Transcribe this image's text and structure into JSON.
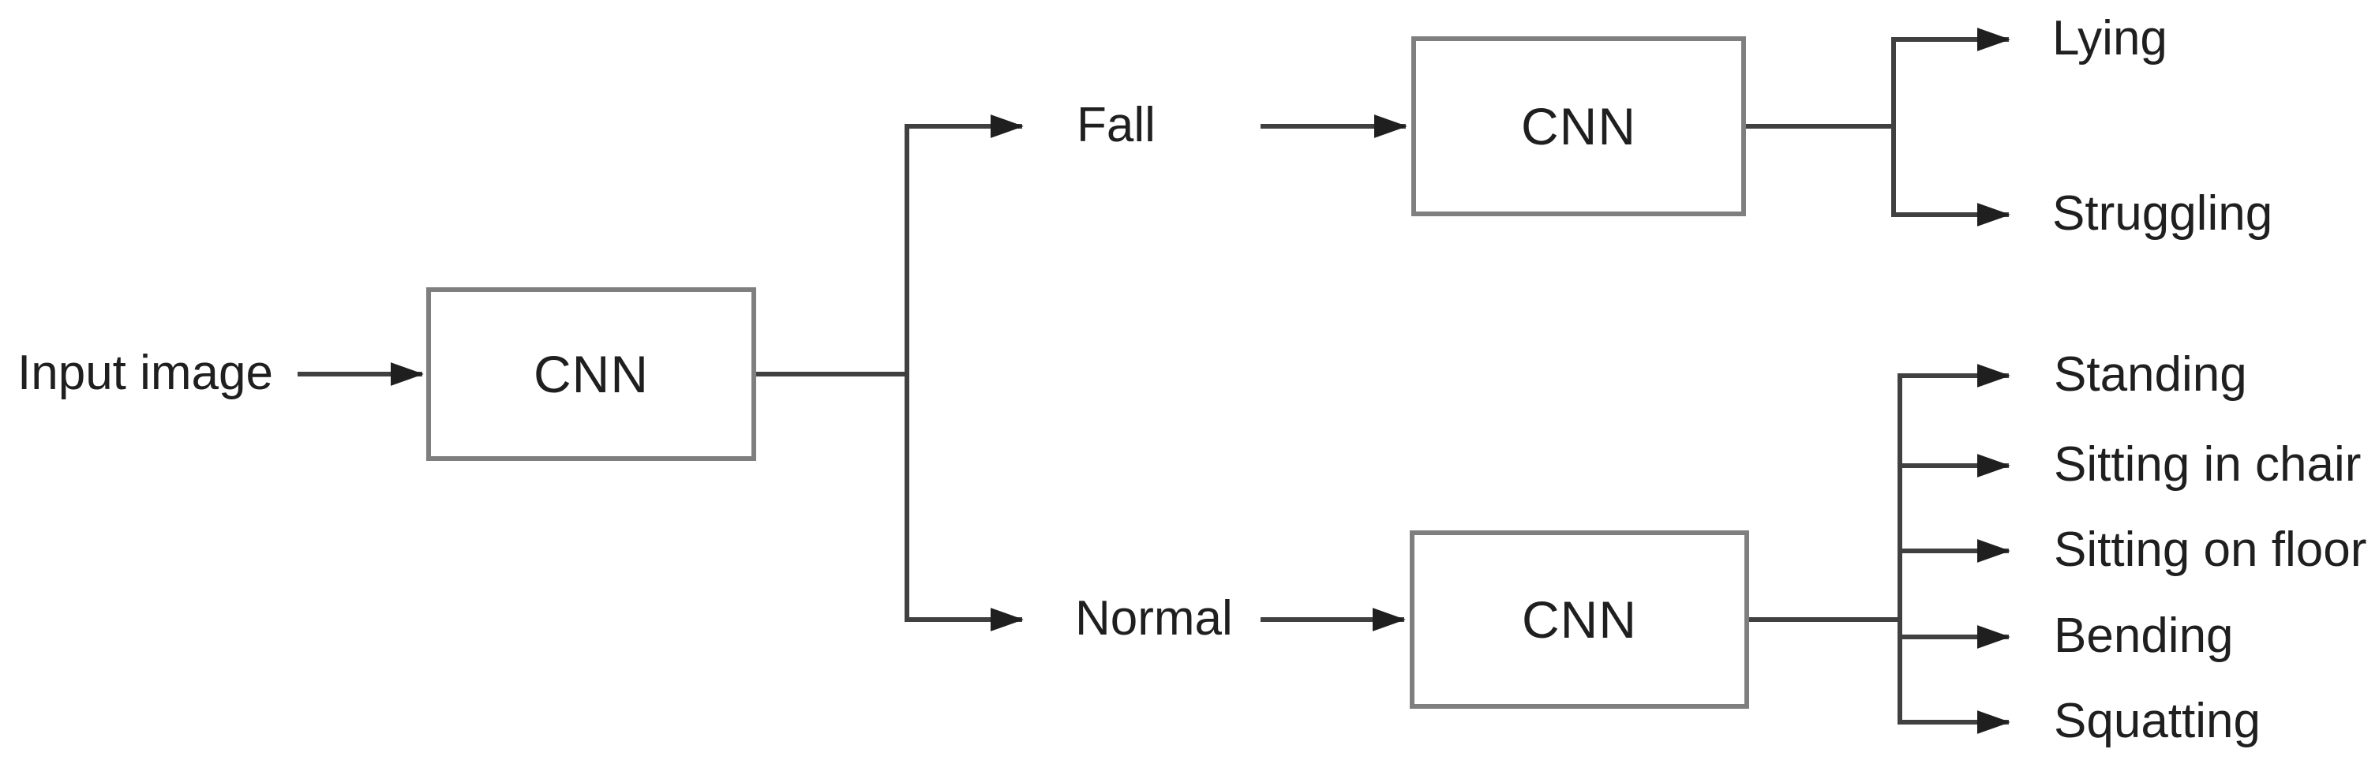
{
  "figure": {
    "background": "#ffffff",
    "colors": {
      "wire": "#404040",
      "arrowhead": "#1f1f1f",
      "box_border": "#7f7f7f",
      "box_fill": "#ffffff",
      "text": "#1f1f1f"
    },
    "input": {
      "label": "Input image"
    },
    "root_classifier": {
      "label": "CNN"
    },
    "branches": [
      {
        "class_label": "Fall",
        "classifier": {
          "label": "CNN"
        },
        "outputs": [
          "Lying",
          "Struggling"
        ]
      },
      {
        "class_label": "Normal",
        "classifier": {
          "label": "CNN"
        },
        "outputs": [
          "Standing",
          "Sitting in chair",
          "Sitting on floor",
          "Bending",
          "Squatting"
        ]
      }
    ]
  }
}
